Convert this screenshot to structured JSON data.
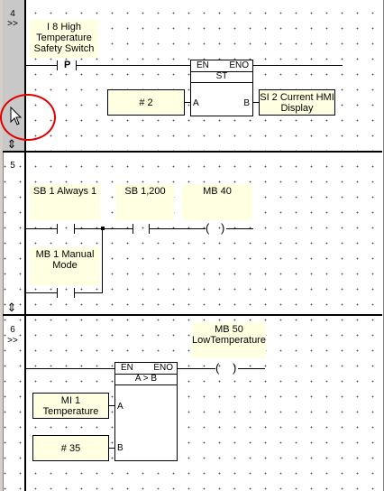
{
  "rungs": [
    {
      "number": "4",
      "expand": ">>",
      "contact_label": "I 8  High\nTemperature\nSafety Switch",
      "contact_type": "P",
      "block": {
        "en": "EN",
        "eno": "ENO",
        "title": "ST",
        "pin_a": "A",
        "pin_b": "B"
      },
      "input_a": "# 2",
      "output_b": "SI 2 Current HMI\nDisplay",
      "resize_icon": "⇕"
    },
    {
      "number": "5",
      "contact1_label": "SB 1  Always 1",
      "contact2_label": "SB 1,200",
      "coil_label": "MB 40",
      "contact3_label": "MB 1  Manual\nMode",
      "resize_icon": "⇕"
    },
    {
      "number": "6",
      "expand": ">>",
      "coil_label": "MB 50\nLowTemperature",
      "block": {
        "en": "EN",
        "eno": "ENO",
        "title": "A > B",
        "pin_a": "A",
        "pin_b": "B"
      },
      "input_a": "MI 1\nTemperature",
      "input_b": "# 35"
    }
  ],
  "colors": {
    "highlight": "#e00000",
    "note_bg": "#ffffe1",
    "gutter_selected": "#c8c8c8"
  },
  "icons": {
    "cursor": "arrow-cursor-icon",
    "resize": "vertical-resize-icon"
  }
}
